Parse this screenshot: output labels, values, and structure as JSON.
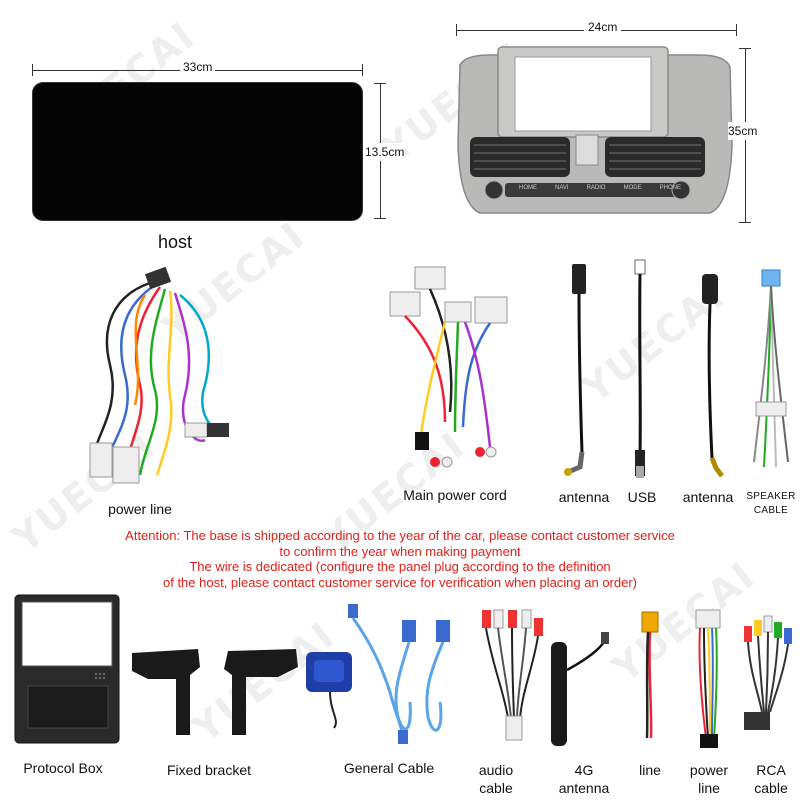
{
  "dimensions": {
    "host_width": "33cm",
    "host_height": "13.5cm",
    "frame_width": "24cm",
    "frame_height": "35cm"
  },
  "watermark": "YUECAI",
  "frame_buttons": [
    "HOME",
    "NAVI",
    "RADIO",
    "MODE",
    "PHONE"
  ],
  "labels": {
    "host": "host",
    "power_line": "power line",
    "main_power_cord": "Main power cord",
    "antenna_1": "antenna",
    "usb": "USB",
    "antenna_2": "antenna",
    "speaker_cable": "SPEAKER CABLE",
    "protocol_box": "Protocol Box",
    "fixed_bracket": "Fixed bracket",
    "general_cable": "General Cable",
    "audio_cable": "audio cable",
    "antenna_4g": "4G antenna",
    "line": "line",
    "power_line_2": "power line",
    "rca_cable": "RCA cable"
  },
  "attention": {
    "line1": "Attention: The base is shipped according to the year of the car, please contact customer service",
    "line2": "to confirm the year when making payment",
    "line3": "The wire is dedicated (configure the panel plug according to the definition",
    "line4": "of the host, please contact customer service for verification when placing an order)"
  },
  "colors": {
    "attention_text": "#e0201a",
    "screen": "#050505",
    "frame_silver": "#b9bab8"
  }
}
